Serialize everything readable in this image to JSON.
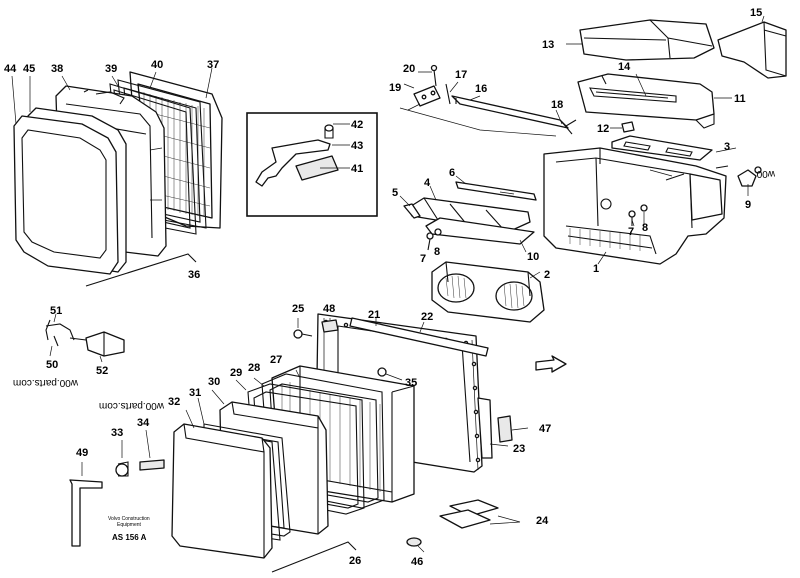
{
  "callouts": [
    "1",
    "2",
    "3",
    "4",
    "5",
    "6",
    "7",
    "8",
    "9",
    "10",
    "11",
    "12",
    "13",
    "14",
    "15",
    "16",
    "17",
    "18",
    "19",
    "20",
    "21",
    "22",
    "23",
    "24",
    "25",
    "26",
    "27",
    "28",
    "29",
    "30",
    "31",
    "32",
    "33",
    "34",
    "35",
    "36",
    "37",
    "38",
    "39",
    "40",
    "41",
    "42",
    "43",
    "44",
    "45",
    "46",
    "47",
    "48",
    "49",
    "50",
    "51",
    "52"
  ],
  "company_line1": "Volvo Construction",
  "company_line2": "Equipment",
  "drawing_number": "AS 156 A",
  "watermark_top_right": "w00",
  "watermark_left": "w00.parts.com",
  "watermark_center": "w00.parts.com"
}
